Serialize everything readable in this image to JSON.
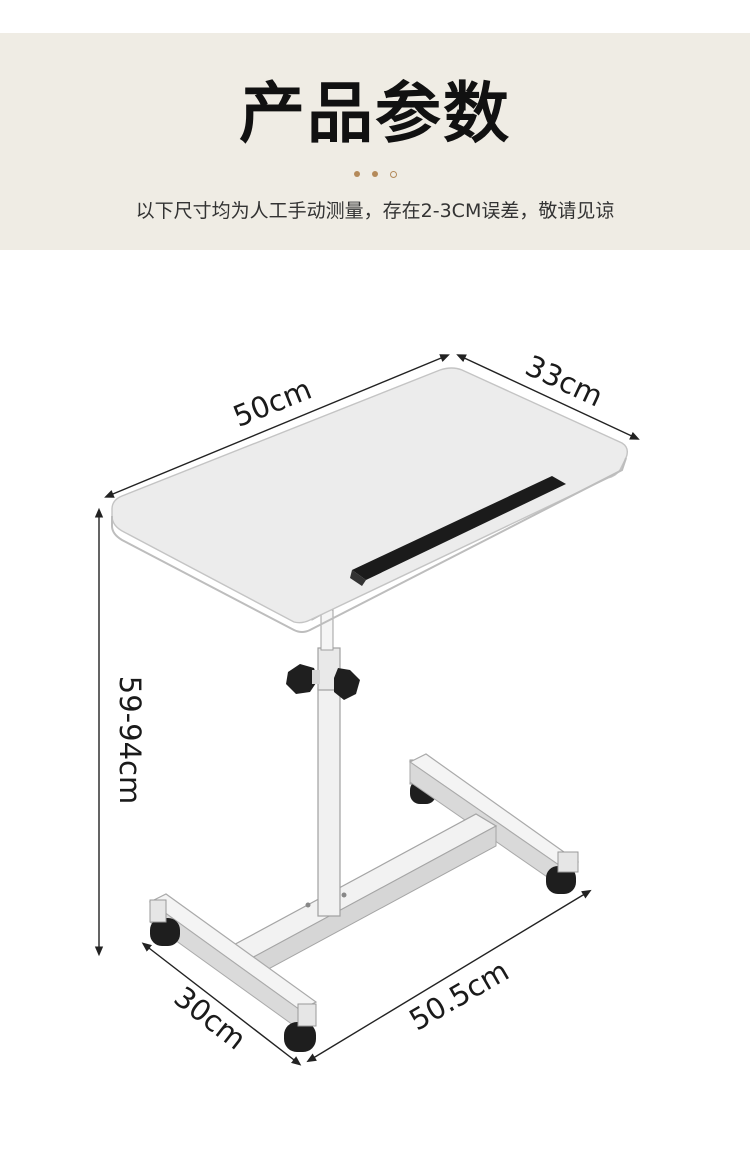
{
  "header": {
    "title": "产品参数",
    "note": "以下尺寸均为人工手动测量，存在2-3CM误差，敬请见谅"
  },
  "dimensions": {
    "width": "50cm",
    "depth": "33cm",
    "height": "59-94cm",
    "base_depth": "30cm",
    "base_width": "50.5cm"
  },
  "colors": {
    "header_bg": "#efece4",
    "accent_dot": "#b48a5a",
    "tabletop": "#eeeeee",
    "frame": "#f2f2f2",
    "knob": "#222222"
  }
}
